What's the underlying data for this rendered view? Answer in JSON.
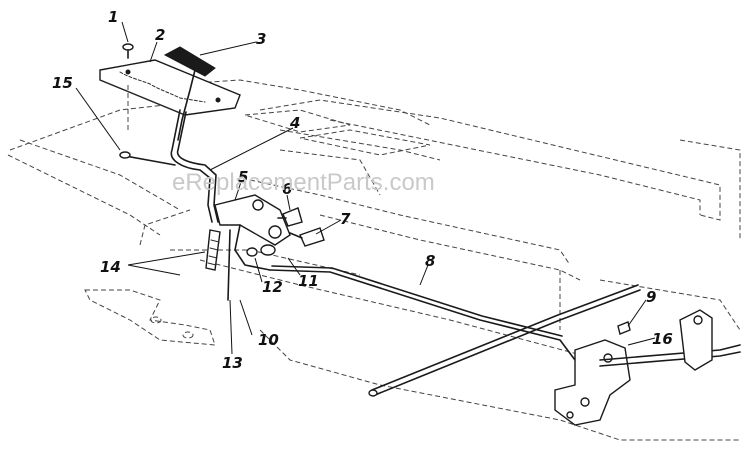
{
  "diagram": {
    "watermark": "eReplacementParts.com",
    "callouts": [
      "1",
      "2",
      "3",
      "4",
      "5",
      "6",
      "7",
      "8",
      "9",
      "10",
      "11",
      "12",
      "13",
      "14",
      "15",
      "16"
    ]
  }
}
